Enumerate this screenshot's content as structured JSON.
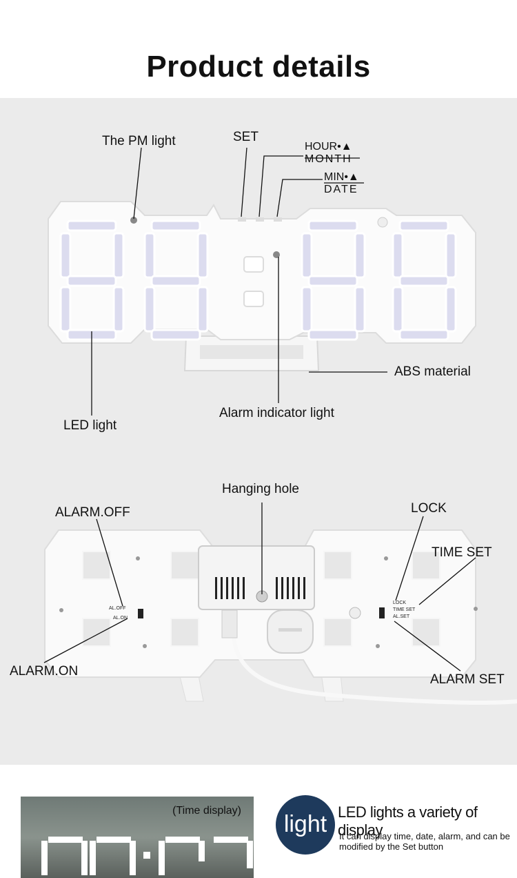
{
  "page_title": "Product details",
  "front": {
    "pm_light": "The PM light",
    "set": "SET",
    "hour": "HOUR•▲",
    "month": "MONTH",
    "min": "MIN•▲",
    "date": "DATE",
    "abs": "ABS material",
    "alarm_indicator": "Alarm indicator light",
    "led_light": "LED light"
  },
  "back": {
    "hanging_hole": "Hanging hole",
    "alarm_off": "ALARM.OFF",
    "lock": "LOCK",
    "time_set": "TIME SET",
    "alarm_on": "ALARM.ON",
    "alarm_set": "ALARM SET",
    "switch_left_top": "AL.OFF",
    "switch_left_bottom": "AL.ON",
    "switch_right_1": "LOCK",
    "switch_right_2": "TIME SET",
    "switch_right_3": "AL.SET"
  },
  "bottom": {
    "photo_caption": "(Time display)",
    "circle_text": "light",
    "headline": "LED lights a variety of display",
    "description": "It can display time, date, alarm, and can be modified by the Set button"
  },
  "colors": {
    "panel_bg": "#ebebeb",
    "badge_bg": "#1e3a5c"
  }
}
